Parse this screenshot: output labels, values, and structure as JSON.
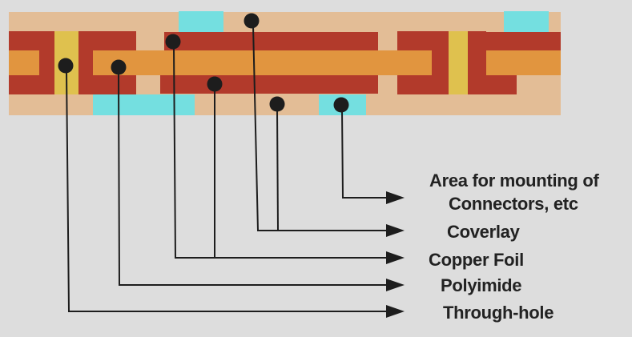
{
  "diagram": {
    "kind": "flexible-printed-circuit-cross-section",
    "callouts": [
      {
        "id": "mounting-area",
        "label_line1": "Area for mounting of",
        "label_line2": "Connectors, etc",
        "points_to": "cyan-opening"
      },
      {
        "id": "coverlay",
        "label": "Coverlay",
        "points_to": "tan-outer-layer"
      },
      {
        "id": "copper-foil",
        "label": "Copper Foil",
        "points_to": "red-layer"
      },
      {
        "id": "polyimide",
        "label": "Polyimide",
        "points_to": "orange-core-layer"
      },
      {
        "id": "through-hole",
        "label": "Through-hole",
        "points_to": "yellow-plated-barrel"
      }
    ],
    "colors": {
      "background": "#dddddd",
      "coverlay_tan": "#e3bd96",
      "copper_foil_red": "#b23a2b",
      "polyimide_orange": "#e1953f",
      "through_hole_yellow": "#dfc14e",
      "mounting_area_cyan": "#74dfe0",
      "line_and_text": "#1d1d1d"
    }
  }
}
